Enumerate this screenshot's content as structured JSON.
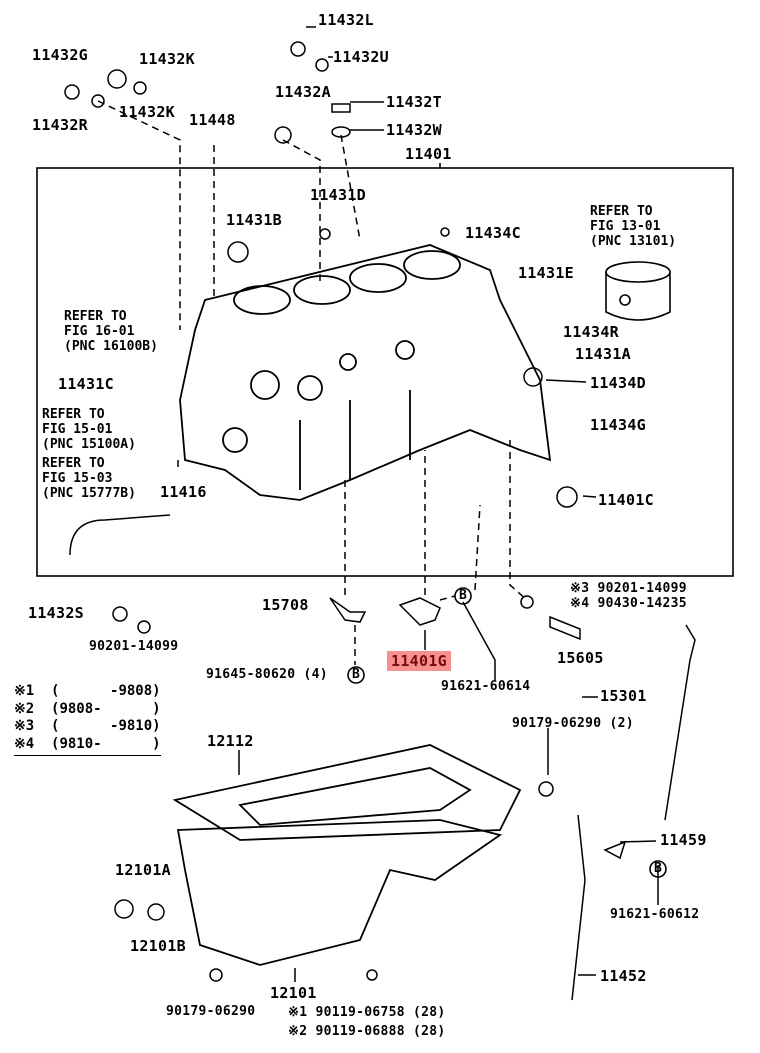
{
  "highlight_color": "#f79191",
  "labels": {
    "p11432L": "11432L",
    "p11432U": "11432U",
    "p11432G": "11432G",
    "p11432K_a": "11432K",
    "p11432R": "11432R",
    "p11432K_b": "11432K",
    "p11448": "11448",
    "p11432A": "11432A",
    "p11432T": "11432T",
    "p11432W": "11432W",
    "p11401": "11401",
    "p11431D": "11431D",
    "p11431B": "11431B",
    "p11434C": "11434C",
    "p11431E": "11431E",
    "p11434R": "11434R",
    "p11431A": "11431A",
    "p11431C": "11431C",
    "p11434D": "11434D",
    "p11434G": "11434G",
    "p11416": "11416",
    "p11401C": "11401C",
    "p11432S": "11432S",
    "p15708": "15708",
    "p90201_3": "※3 90201-14099",
    "p90430_4": "※4 90430-14235",
    "p90201": "90201-14099",
    "p15605": "15605",
    "p91645": "91645-80620 (4)",
    "p11401G": "11401G",
    "p91621_614": "91621-60614",
    "p15301": "15301",
    "p90179_2": "90179-06290 (2)",
    "p12112": "12112",
    "p11459": "11459",
    "p12101A": "12101A",
    "p91621_612": "91621-60612",
    "p12101B": "12101B",
    "p11452": "11452",
    "p12101": "12101",
    "p90179": "90179-06290",
    "p90119_1": "※1 90119-06758 (28)",
    "p90119_2": "※2 90119-06888 (28)"
  },
  "refs": {
    "fig13": "REFER TO\nFIG 13-01\n(PNC 13101)",
    "fig16": "REFER TO\nFIG 16-01\n(PNC 16100B)",
    "fig1501": "REFER TO\nFIG 15-01\n(PNC 15100A)",
    "fig1503": "REFER TO\nFIG 15-03\n(PNC 15777B)"
  },
  "callout_B": "B",
  "legend": [
    "※1  (      -9808)",
    "※2  (9808-      )",
    "※3  (      -9810)",
    "※4  (9810-      )"
  ]
}
